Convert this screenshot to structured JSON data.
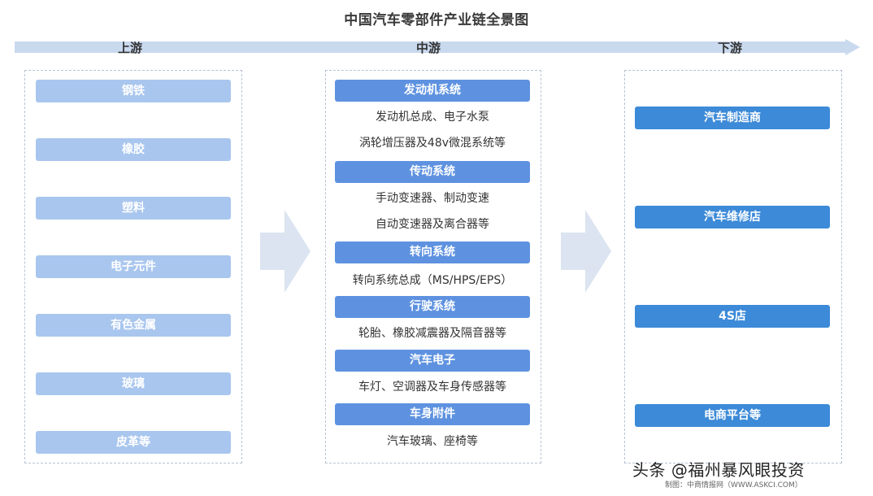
{
  "title": "中国汽车零部件产业链全景图",
  "stages": {
    "upstream": "上游",
    "midstream": "中游",
    "downstream": "下游"
  },
  "upstream_items": [
    "钢铁",
    "橡胶",
    "塑料",
    "电子元件",
    "有色金属",
    "玻璃",
    "皮革等"
  ],
  "midstream_groups": [
    {
      "head": "发动机系统",
      "lines": [
        "发动机总成、电子水泵",
        "涡轮增压器及48v微混系统等"
      ]
    },
    {
      "head": "传动系统",
      "lines": [
        "手动变速器、制动变速",
        "自动变速器及离合器等"
      ]
    },
    {
      "head": "转向系统",
      "lines": [
        "转向系统总成（MS/HPS/EPS）"
      ]
    },
    {
      "head": "行驶系统",
      "lines": [
        "轮胎、橡胶减震器及隔音器等"
      ]
    },
    {
      "head": "汽车电子",
      "lines": [
        "车灯、空调器及车身传感器等"
      ]
    },
    {
      "head": "车身附件",
      "lines": [
        "汽车玻璃、座椅等"
      ]
    }
  ],
  "downstream_items": [
    "汽车制造商",
    "汽车维修店",
    "4S店",
    "电商平台等"
  ],
  "footer": "头条 @福州暴风眼投资",
  "source": "制图：中商情报网（WWW.ASKCI.COM）",
  "colors": {
    "upstream_box": "#a9c6ee",
    "midstream_head": "#5e92e0",
    "downstream_box": "#3c8ad8",
    "flow_bar": "#c9d9ee",
    "arrow": "#dbe4f0"
  }
}
